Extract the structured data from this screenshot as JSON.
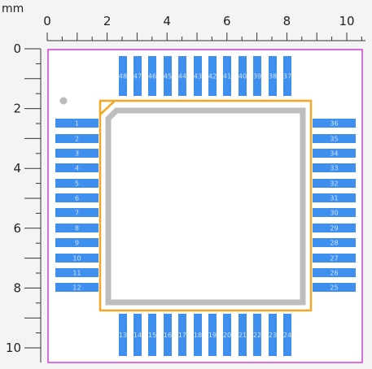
{
  "ruler": {
    "unit": "mm",
    "x_labels": [
      "0",
      "2",
      "4",
      "6",
      "8",
      "10"
    ],
    "y_labels": [
      "0",
      "2",
      "4",
      "6",
      "8",
      "10"
    ]
  },
  "colors": {
    "background": "#f4f4f4",
    "canvas": "#ffffff",
    "board_outline": "#d13fd8",
    "pad": "#3f8fef",
    "silkscreen": "#f5a623",
    "body": "#bdbdbd",
    "pin1_marker": "#bdbdbd"
  },
  "footprint": {
    "left_pads": [
      "1",
      "2",
      "3",
      "4",
      "5",
      "6",
      "7",
      "8",
      "9",
      "10",
      "11",
      "12"
    ],
    "right_pads": [
      "36",
      "35",
      "34",
      "33",
      "32",
      "31",
      "30",
      "29",
      "28",
      "27",
      "26",
      "25"
    ],
    "top_pads": [
      "48",
      "47",
      "46",
      "45",
      "44",
      "43",
      "42",
      "41",
      "40",
      "39",
      "38",
      "37"
    ],
    "bottom_pads": [
      "13",
      "14",
      "15",
      "16",
      "17",
      "18",
      "19",
      "20",
      "21",
      "22",
      "23",
      "24"
    ]
  }
}
